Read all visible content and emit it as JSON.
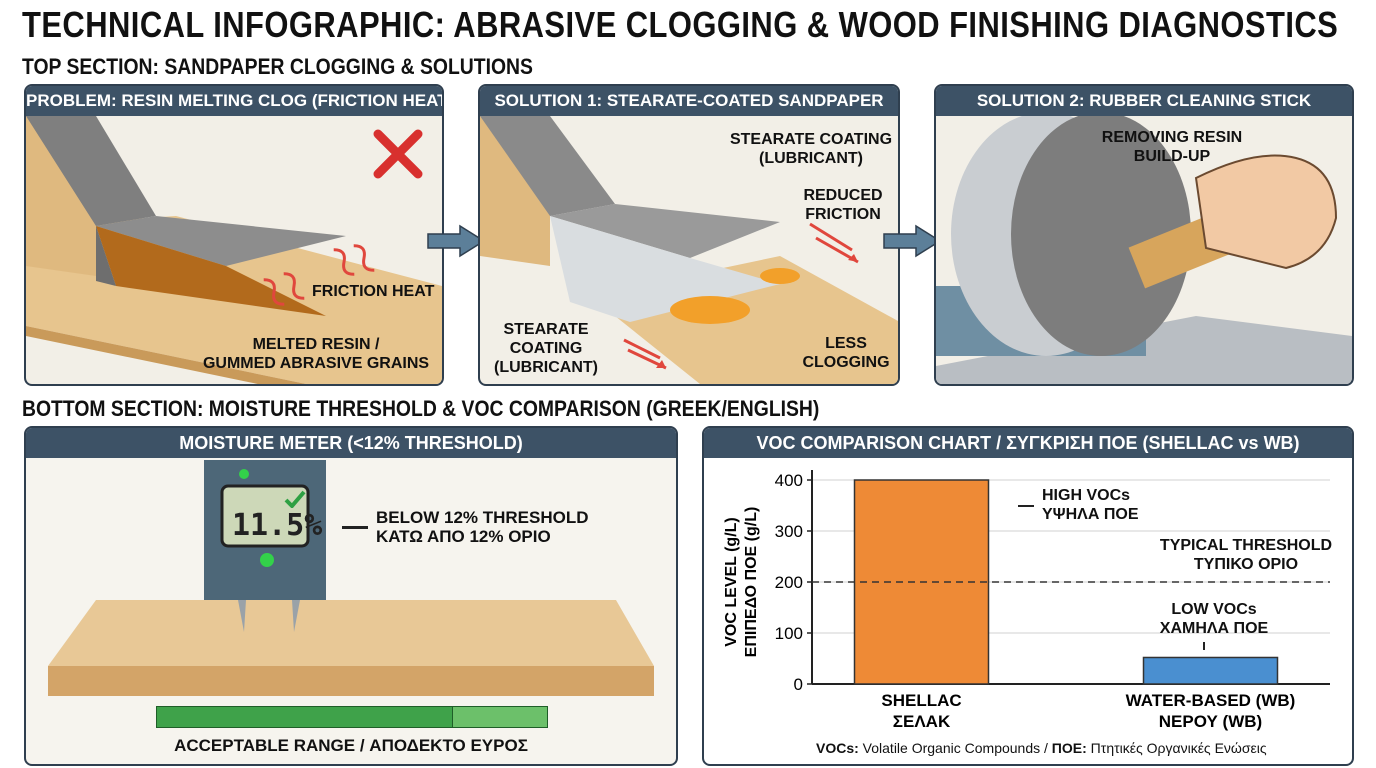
{
  "title": "TECHNICAL INFOGRAPHIC: ABRASIVE CLOGGING & WOOD FINISHING DIAGNOSTICS",
  "top_section": {
    "heading": "TOP SECTION: SANDPAPER CLOGGING & SOLUTIONS",
    "panels": [
      {
        "header": "PROBLEM: RESIN MELTING CLOG (FRICTION HEAT)",
        "labels": {
          "heat": "FRICTION HEAT",
          "resin_1": "MELTED RESIN /",
          "resin_2": "GUMMED ABRASIVE GRAINS"
        },
        "icon": "x-mark-icon"
      },
      {
        "header": "SOLUTION 1: STEARATE-COATED SANDPAPER",
        "labels": {
          "coat_a1": "STEARATE COATING",
          "coat_a2": "(LUBRICANT)",
          "fric_1": "REDUCED",
          "fric_2": "FRICTION",
          "coat_b1": "STEARATE",
          "coat_b2": "COATING",
          "coat_b3": "(LUBRICANT)",
          "less_1": "LESS",
          "less_2": "CLOGGING"
        }
      },
      {
        "header": "SOLUTION 2: RUBBER CLEANING STICK",
        "labels": {
          "rem_1": "REMOVING RESIN",
          "rem_2": "BUILD-UP"
        }
      }
    ]
  },
  "bottom_section": {
    "heading": "BOTTOM SECTION: MOISTURE THRESHOLD & VOC COMPARISON (GREEK/ENGLISH)",
    "moisture": {
      "header": "MOISTURE METER (<12% THRESHOLD)",
      "reading": "11.5%",
      "reading_value": 11.5,
      "threshold_1": "BELOW 12% THRESHOLD",
      "threshold_2": "ΚΑΤΩ ΑΠΟ 12% ΟΡΙΟ",
      "range_label": "ACCEPTABLE RANGE / ΑΠΟΔΕΚΤΟ ΕΥΡΟΣ",
      "colors": {
        "range_dark": "#3fa24a",
        "range_light": "#6cc06a",
        "led": "#33d14a"
      }
    },
    "voc_chart": {
      "header": "VOC COMPARISON CHART / ΣΥΓΚΡΙΣΗ ΠΟΕ (SHELLAC vs WB)",
      "annotations": {
        "high_1": "HIGH VOCs",
        "high_2": "ΥΨΗΛΑ ΠΟΕ",
        "thr_1": "TYPICAL THRESHOLD",
        "thr_2": "ΤΥΠΙΚΟ ΟΡΙΟ",
        "low_1": "LOW VOCs",
        "low_2": "ΧΑΜΗΛΑ ΠΟΕ"
      },
      "footnote_key1": "VOCs:",
      "footnote_text1": " Volatile Organic Compounds / ",
      "footnote_key2": "ΠΟΕ:",
      "footnote_text2": " Πτητικές Οργανικές Ενώσεις"
    }
  },
  "chart_data": {
    "type": "bar",
    "categories": [
      "SHELLAC\nΣΕΛΑΚ",
      "WATER-BASED (WB)\nΝΕΡΟΥ (WB)"
    ],
    "values": [
      400,
      52
    ],
    "ylabel": "VOC LEVEL (g/L)\nΕΠΙΠΕΔΟ ΠΟΕ (g/L)",
    "ylim": [
      0,
      400
    ],
    "yticks": [
      0,
      100,
      200,
      300,
      400
    ],
    "threshold": 200,
    "grid": true,
    "colors": [
      "#ee8a36",
      "#4a8fd0"
    ]
  }
}
